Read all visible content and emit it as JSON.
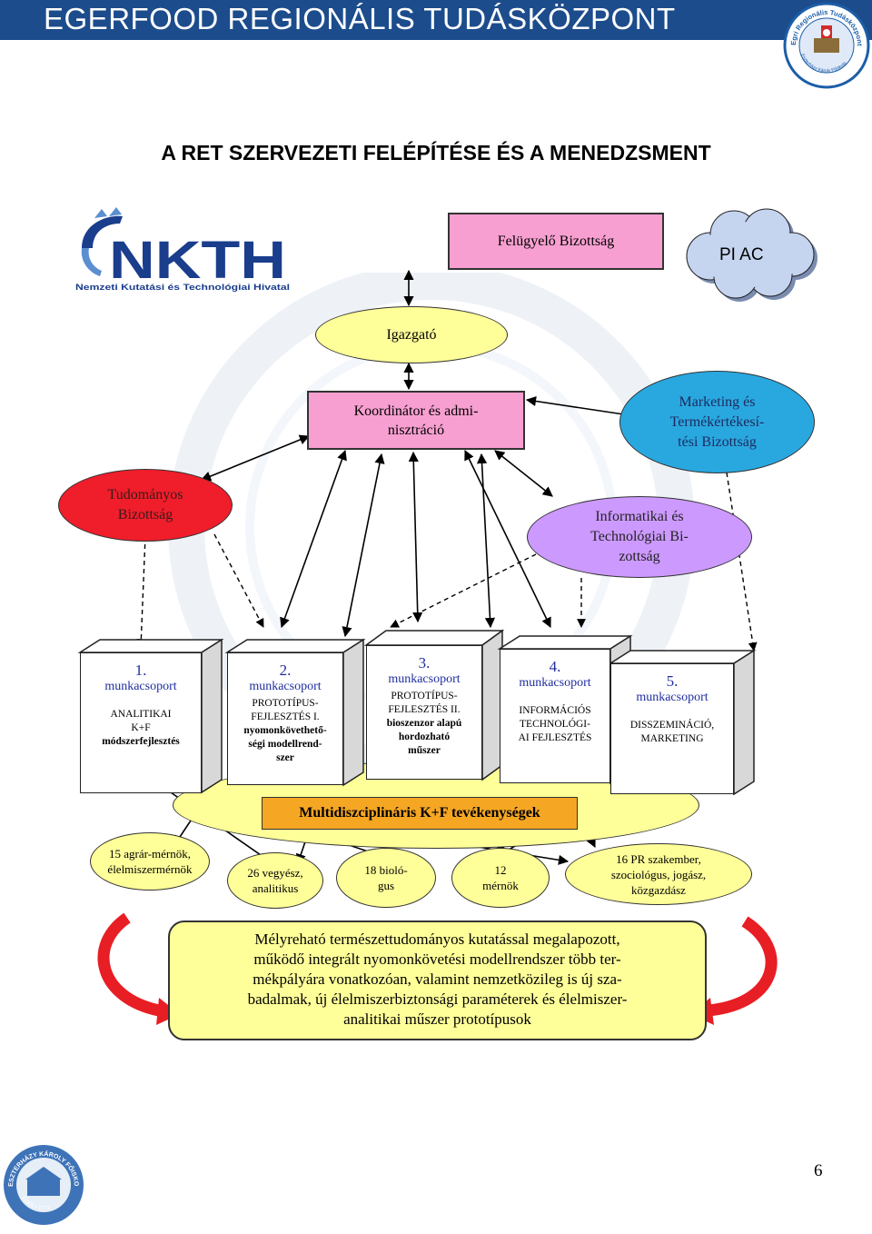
{
  "header": {
    "title": "EGERFOOD REGIONÁLIS TUDÁSKÖZPONT",
    "bg_color": "#1c4c8c"
  },
  "logo_top_right": {
    "arc_text": "Egri Regionális Tudásközpont",
    "bottom_text": "Eszterházy Károly Főiskola"
  },
  "page_title": "A RET SZERVEZETI FELÉPÍTÉSE ÉS A MENEDZSMENT",
  "nkth": {
    "main": "NKTH",
    "sub": "Nemzeti Kutatási és Technológiai Hivatal"
  },
  "nodes": {
    "felugyelo": "Felügyelő Bizottság",
    "piac": "PI AC",
    "igazgato": "Igazgató",
    "koordinator": [
      "Koordinátor és admi-",
      "nisztráció"
    ],
    "marketing": [
      "Marketing és",
      "Termékértékesí-",
      "tési Bizottság"
    ],
    "tudomanyos": [
      "Tudományos",
      "Bizottság"
    ],
    "informatikai": [
      "Informatikai és",
      "Technológiai Bi-",
      "zottság"
    ]
  },
  "groups": [
    {
      "num": "1.",
      "label": "munkacsoport",
      "desc": [
        "ANALITIKAI",
        "K+F"
      ],
      "desc_bold": [
        "módszerfejlesztés"
      ]
    },
    {
      "num": "2.",
      "label": "munkacsoport",
      "desc": [
        "PROTOTÍPUS-",
        "FEJLESZTÉS I."
      ],
      "desc_bold": [
        "nyomonkövethető-",
        "ségi modellrend-",
        "szer"
      ]
    },
    {
      "num": "3.",
      "label": "munkacsoport",
      "desc": [
        "PROTOTÍPUS-",
        "FEJLESZTÉS II."
      ],
      "desc_bold": [
        "bioszenzor alapú",
        "hordozható",
        "műszer"
      ]
    },
    {
      "num": "4.",
      "label": "munkacsoport",
      "desc": [
        "INFORMÁCIÓS",
        "TECHNOLÓGI-",
        "AI FEJLESZTÉS"
      ],
      "desc_bold": []
    },
    {
      "num": "5.",
      "label": "munkacsoport",
      "desc": [
        "DISSZEMINÁCIÓ,",
        "MARKETING"
      ],
      "desc_bold": []
    }
  ],
  "multidisc": "Multidiszciplináris K+F tevékenységek",
  "staff": [
    [
      "15 agrár-mérnök,",
      "élelmiszermérnök"
    ],
    [
      "26 vegyész,",
      "analitikus"
    ],
    [
      "18 bioló-",
      "gus"
    ],
    [
      "12",
      "mérnök"
    ],
    [
      "16 PR szakember,",
      "szociológus, jogász,",
      "közgazdász"
    ]
  ],
  "summary": [
    "Mélyreható természettudományos kutatással megalapozott,",
    "működő integrált nyomonkövetési modellrendszer több ter-",
    "mékpályára vonatkozóan, valamint nemzetközileg is új sza-",
    "badalmak, új élelmiszerbiztonsági paraméterek és élelmiszer-",
    "analitikai műszer prototípusok"
  ],
  "footer_logo": {
    "arc_text": "ESZTERHÁZY KÁROLY FŐISKOLA",
    "bottom_text": "EGER • 1774"
  },
  "page_number": "6",
  "colors": {
    "pink": "#f79fd0",
    "yellow": "#ffff99",
    "red": "#f01d2b",
    "cyan": "#29a8e0",
    "purple": "#cc99ff",
    "orange": "#f5a623",
    "cloud": "#c5d4ef",
    "nkth_blue": "#1a3d8c"
  }
}
